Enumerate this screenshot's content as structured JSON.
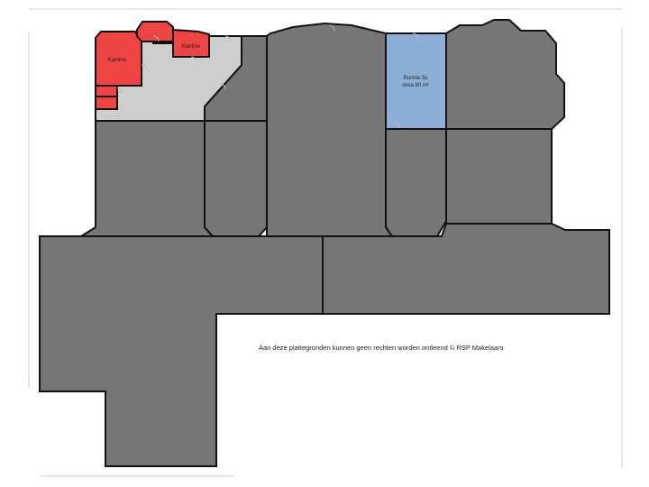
{
  "floorplan": {
    "rooms": [
      {
        "id": "kantine-1",
        "label": "Kantine",
        "color": "#ef4444"
      },
      {
        "id": "kantine-2",
        "label": "Kantine",
        "color": "#ef4444"
      },
      {
        "id": "ruimte-5c",
        "label": "Ruimte 5c",
        "area": "circa 80 m²",
        "color": "#8daed6"
      }
    ],
    "colors": {
      "other_units": "#767676",
      "common_area": "#cecece",
      "kantine": "#ef4444",
      "highlighted_unit": "#8daed6"
    }
  },
  "disclaimer": "Aan deze plattegronden kunnen geen rechten worden ontleend © RSP Makelaars"
}
